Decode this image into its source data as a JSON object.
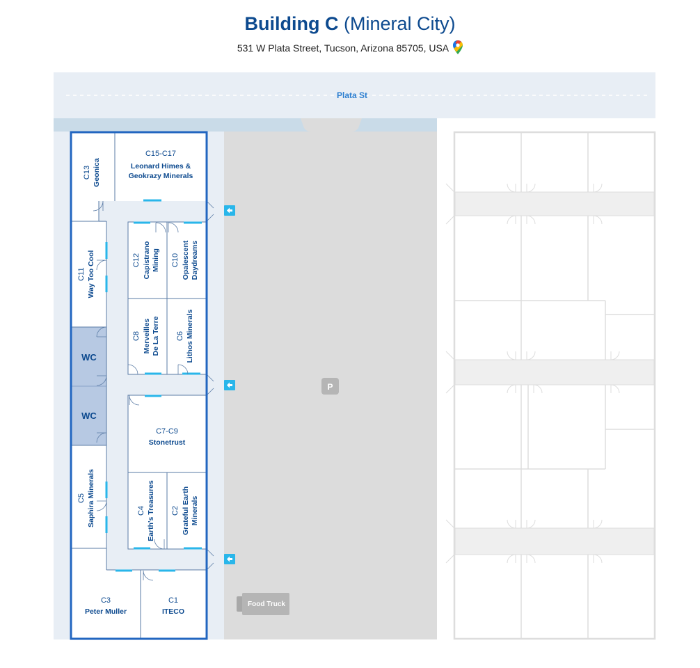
{
  "header": {
    "title_main": "Building C",
    "title_sub": "(Mineral City)",
    "address": "531 W Plata Street, Tucson, Arizona 85705, USA",
    "address_icon": "map-pin-icon"
  },
  "map": {
    "street": "Plata St",
    "parking_label": "P",
    "food_truck": "Food Truck",
    "colors": {
      "building_outline": "#2266c0",
      "text_blue": "#0d4a8f",
      "door_cyan": "#29b6ea",
      "street_bg": "#e8eef5",
      "corridor_bg": "#e8eef5",
      "wc_bg": "#b7c9e3",
      "parking_bg": "#dcdcdc",
      "neighbor_outline": "#dddddd"
    },
    "booths": {
      "c1": {
        "code": "C1",
        "name": "ITECO"
      },
      "c2": {
        "code": "C2",
        "name_line1": "Grateful Earth",
        "name_line2": "Minerals"
      },
      "c3": {
        "code": "C3",
        "name": "Peter Muller"
      },
      "c4": {
        "code": "C4",
        "name": "Earth's Treasures"
      },
      "c5": {
        "code": "C5",
        "name": "Saphira Minerals"
      },
      "c6": {
        "code": "C6",
        "name": "Lithos Minerals"
      },
      "c7": {
        "code": "C7-C9",
        "name": "Stonetrust"
      },
      "c8": {
        "code": "C8",
        "name_line1": "Merveilles",
        "name_line2": "De La Terre"
      },
      "c10": {
        "code": "C10",
        "name_line1": "Opalescent",
        "name_line2": "Daydreams"
      },
      "c11": {
        "code": "C11",
        "name": "Way Too Cool"
      },
      "c12": {
        "code": "C12",
        "name_line1": "Capistrano",
        "name_line2": "Mining"
      },
      "c13": {
        "code": "C13",
        "name": "Geonica"
      },
      "c15": {
        "code": "C15-C17",
        "name_line1": "Leonard Himes &",
        "name_line2": "Geokrazy Minerals"
      }
    },
    "wc_top": "WC",
    "wc_bottom": "WC",
    "entrance_icon": "arrow-left-icon"
  }
}
